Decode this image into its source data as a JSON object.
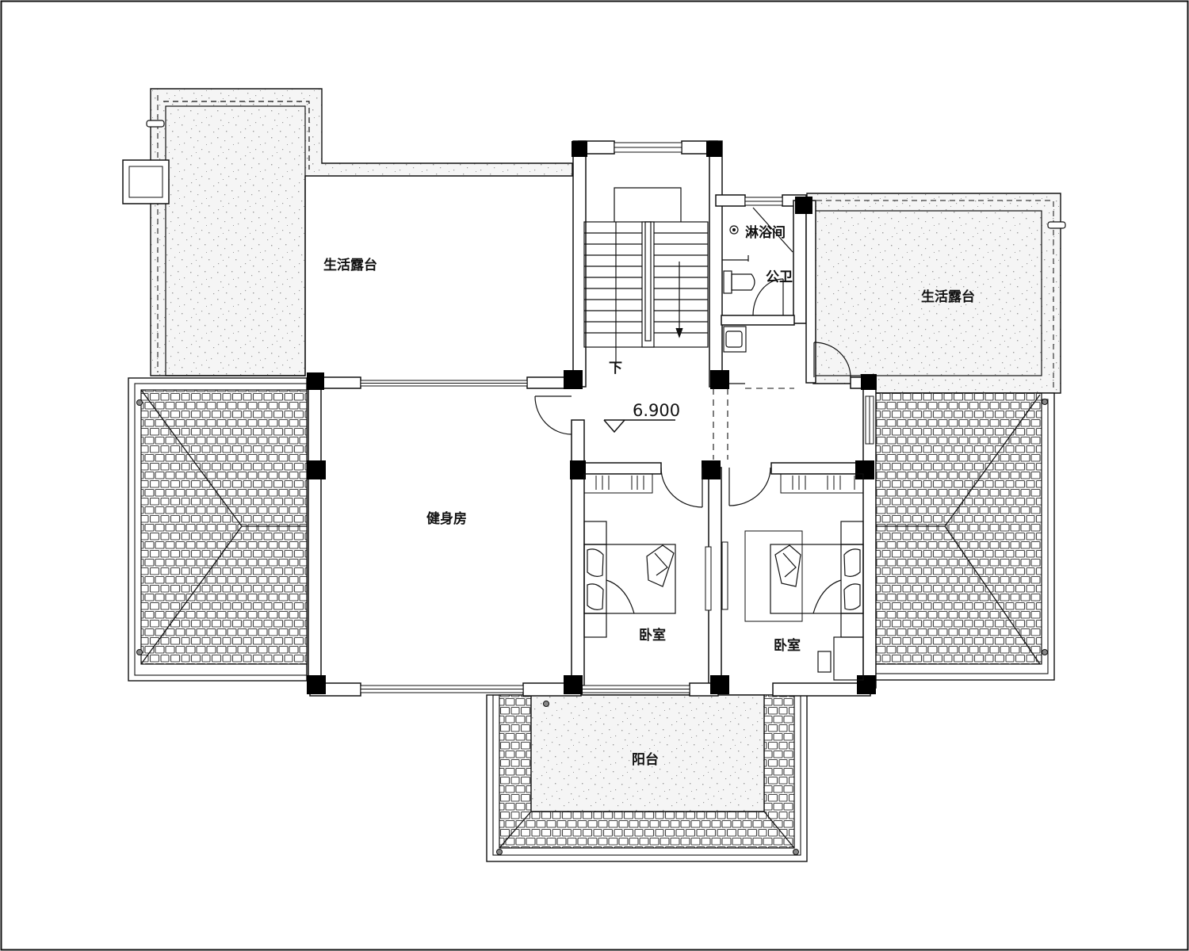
{
  "drawing": {
    "title": "",
    "rooms": {
      "terrace_left": "生活露台",
      "terrace_right": "生活露台",
      "gym": "健身房",
      "shower": "淋浴间",
      "public_wc": "公卫",
      "bedroom_left": "卧室",
      "bedroom_right": "卧室",
      "balcony": "阳台"
    },
    "stair_down": "下",
    "floor_level": "6.900"
  },
  "colors": {
    "line": "#111111",
    "column": "#000000",
    "terrace_speckle": "#9a9a9a",
    "roof_tile": "#444444",
    "background": "#ffffff"
  },
  "icons": [
    "column",
    "stair",
    "door-swing",
    "toilet",
    "washbasin",
    "shower-head",
    "double-bed",
    "wardrobe",
    "pitched-roof-tiles"
  ]
}
